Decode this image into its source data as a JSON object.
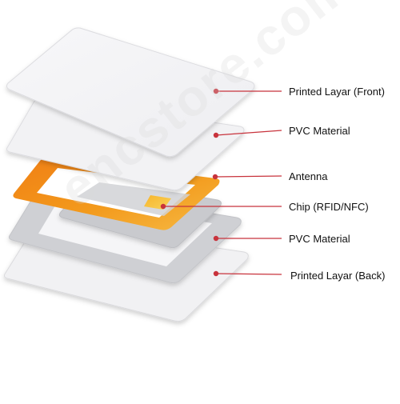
{
  "diagram": {
    "watermark": "encstore.com",
    "layers": [
      {
        "label": "Printed Layar (Front)"
      },
      {
        "label": "PVC Material"
      },
      {
        "label": "Antenna"
      },
      {
        "label": "Chip (RFID/NFC)"
      },
      {
        "label": "PVC Material"
      },
      {
        "label": "Printed Layar (Back)"
      }
    ],
    "colors": {
      "leader_line": "#c8333c",
      "antenna": "#f39a1c",
      "antenna_light": "#f6b943",
      "chip": "#f5c23a",
      "card_white": "#f3f3f5",
      "card_grey": "#cfd0d4"
    }
  }
}
